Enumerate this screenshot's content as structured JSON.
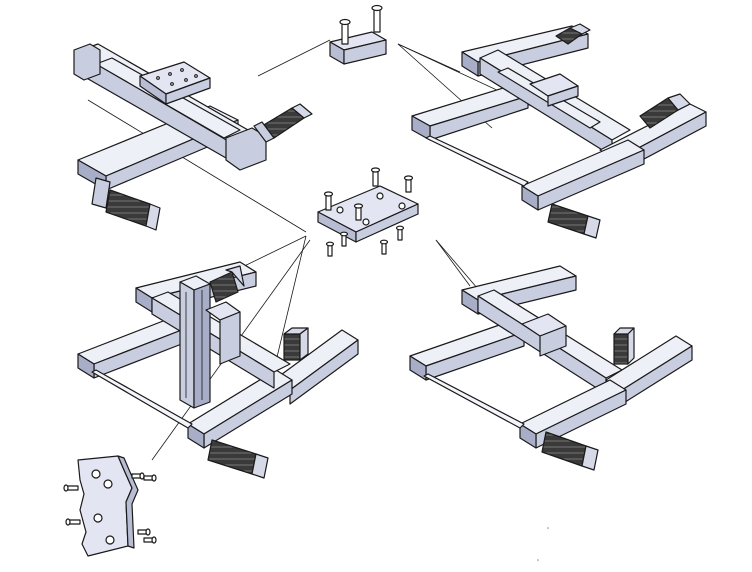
{
  "figure": {
    "labels": []
  },
  "colors": {
    "outline": "#1a1a1a",
    "metal_light": "#eef0f8",
    "metal_mid": "#c9cde0",
    "metal_dark": "#a9aec8",
    "motor": "#3a3a3a",
    "background": "#ffffff"
  },
  "parts": [
    {
      "name": "top-left-cross-slide-assembly"
    },
    {
      "name": "top-bracket-with-two-bolts"
    },
    {
      "name": "top-right-xy-gantry-assembly"
    },
    {
      "name": "center-mounting-plate-with-bolts"
    },
    {
      "name": "bottom-left-xyz-gantry-assembly"
    },
    {
      "name": "bottom-right-xy-gantry-with-motor"
    },
    {
      "name": "bottom-left-adapter-plate-with-bolts"
    }
  ]
}
